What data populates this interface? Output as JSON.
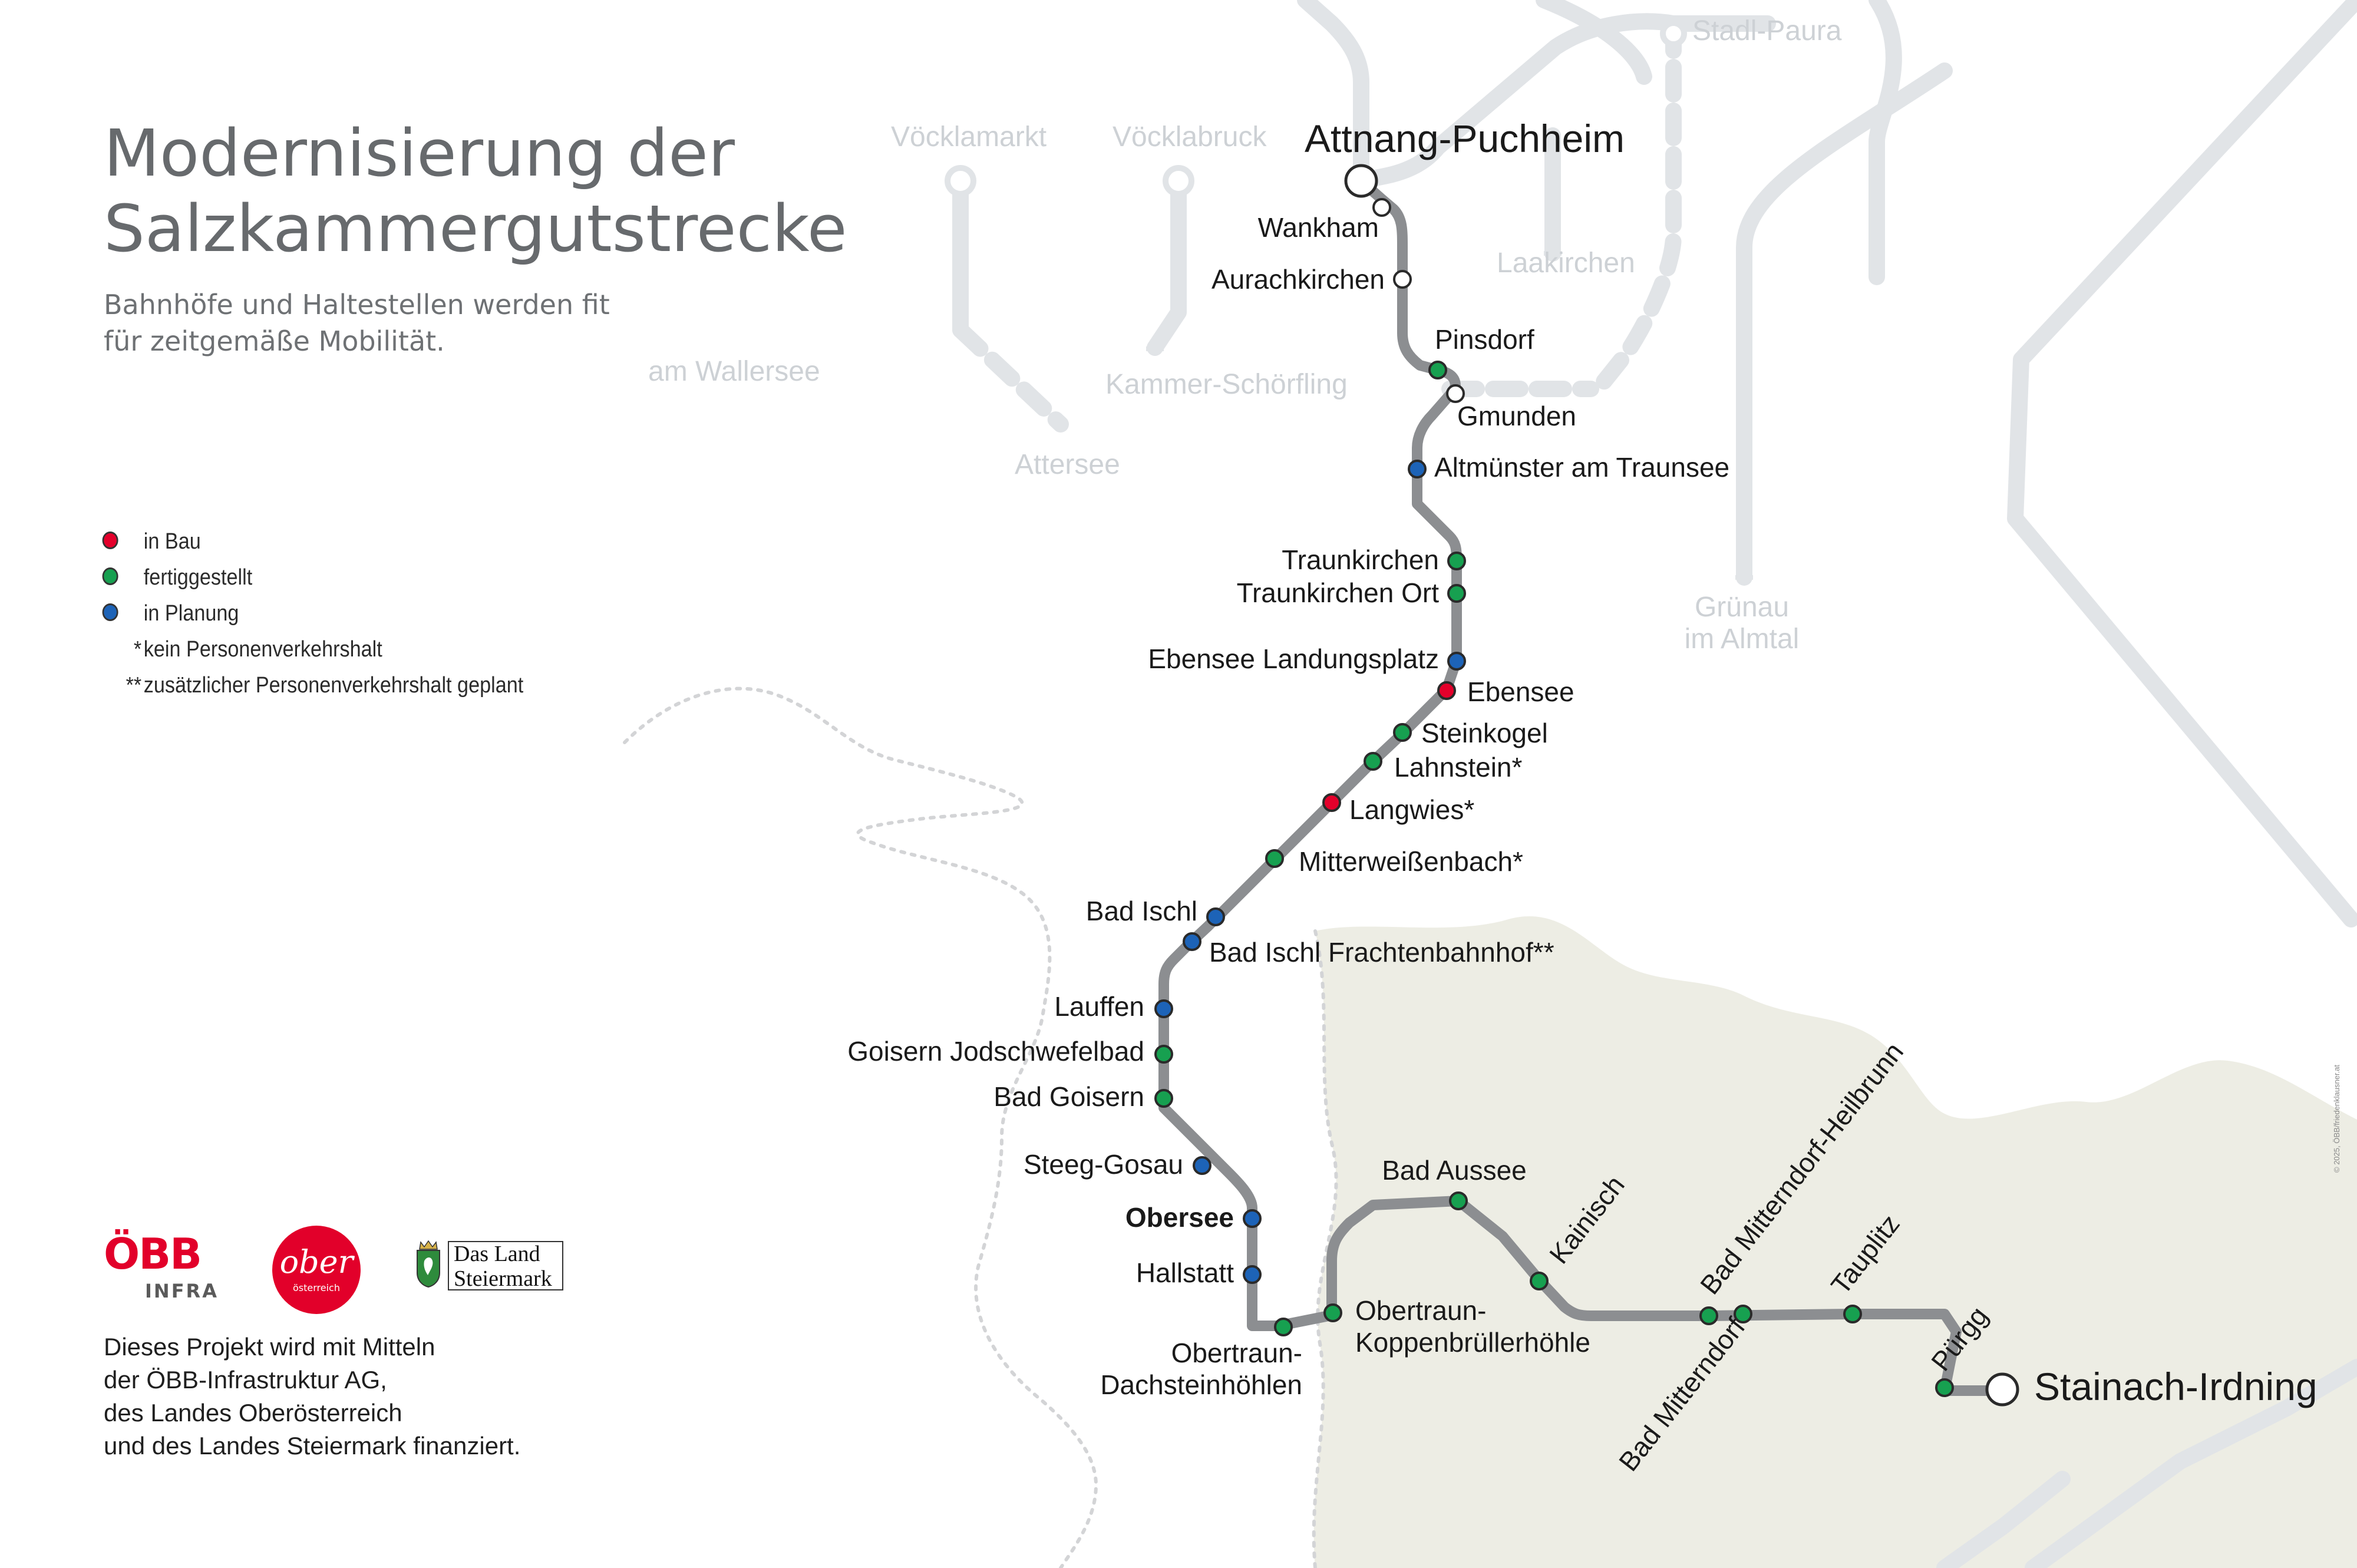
{
  "title": {
    "line1": "Modernisierung der",
    "line2": "Salzkammergutstrecke"
  },
  "subtitle": {
    "line1": "Bahnhöfe und Haltestellen werden fit",
    "line2": "für zeitgemäße Mobilität."
  },
  "legend": {
    "in_bau": "in Bau",
    "fertiggestellt": "fertiggestellt",
    "in_planung": "in Planung",
    "note1_mark": "*",
    "note1": "kein Personenverkehrshalt",
    "note2_mark": "**",
    "note2": "zusätzlicher Personenverkehrshalt geplant"
  },
  "colors": {
    "in_bau": "#e4002b",
    "fertiggestellt": "#17a050",
    "in_planung": "#1d63b7",
    "main_line": "#8c8e91",
    "background_line": "#e1e4e7",
    "land": "#edede4",
    "title": "#676a6d"
  },
  "stations": [
    {
      "name": "Attnang-Puchheim",
      "status": "hub"
    },
    {
      "name": "Wankham",
      "status": "station"
    },
    {
      "name": "Aurachkirchen",
      "status": "station"
    },
    {
      "name": "Pinsdorf",
      "status": "fertiggestellt"
    },
    {
      "name": "Gmunden",
      "status": "station"
    },
    {
      "name": "Altmünster am Traunsee",
      "status": "in_planung"
    },
    {
      "name": "Traunkirchen",
      "status": "fertiggestellt"
    },
    {
      "name": "Traunkirchen Ort",
      "status": "fertiggestellt"
    },
    {
      "name": "Ebensee Landungsplatz",
      "status": "in_planung"
    },
    {
      "name": "Ebensee",
      "status": "in_bau"
    },
    {
      "name": "Steinkogel",
      "status": "fertiggestellt"
    },
    {
      "name": "Lahnstein*",
      "status": "fertiggestellt"
    },
    {
      "name": "Langwies*",
      "status": "in_bau"
    },
    {
      "name": "Mitterweißenbach*",
      "status": "fertiggestellt"
    },
    {
      "name": "Bad Ischl",
      "status": "in_planung"
    },
    {
      "name": "Bad Ischl Frachtenbahnhof**",
      "status": "in_planung"
    },
    {
      "name": "Lauffen",
      "status": "in_planung"
    },
    {
      "name": "Goisern Jodschwefelbad",
      "status": "fertiggestellt"
    },
    {
      "name": "Bad Goisern",
      "status": "fertiggestellt"
    },
    {
      "name": "Steeg-Gosau",
      "status": "in_planung"
    },
    {
      "name": "Obersee",
      "status": "in_planung"
    },
    {
      "name": "Hallstatt",
      "status": "in_planung"
    },
    {
      "name": "Obertraun-\nDachsteinhöhlen",
      "status": "fertiggestellt"
    },
    {
      "name": "Obertraun-\nKoppenbrüllerhöhle",
      "status": "fertiggestellt"
    },
    {
      "name": "Bad Aussee",
      "status": "fertiggestellt"
    },
    {
      "name": "Kainisch",
      "status": "fertiggestellt"
    },
    {
      "name": "Bad Mitterndorf",
      "status": "fertiggestellt"
    },
    {
      "name": "Bad Mitterndorf-Heilbrunn",
      "status": "fertiggestellt"
    },
    {
      "name": "Tauplitz",
      "status": "fertiggestellt"
    },
    {
      "name": "Pürgg",
      "status": "fertiggestellt"
    },
    {
      "name": "Stainach-Irdning",
      "status": "hub"
    }
  ],
  "background_places": [
    "Stadl-Paura",
    "Vöcklamarkt",
    "Vöcklabruck",
    "Laakirchen",
    "Kammer-Schörfling",
    "Attersee",
    "Grünau\nim Almtal",
    "am Wallersee"
  ],
  "logos": {
    "obb_mark": "ÖBB",
    "obb_sub": "INFRA",
    "ober_word": "ober",
    "ober_sub": "österreich",
    "stmk_line1": "Das Land",
    "stmk_line2": "Steiermark"
  },
  "funding": [
    "Dieses Projekt wird mit Mitteln",
    "der ÖBB-Infrastruktur AG,",
    "des Landes Oberösterreich",
    "und des Landes Steiermark finanziert."
  ],
  "copyright": "© 2025, ÖBB/friedenklausner.at"
}
